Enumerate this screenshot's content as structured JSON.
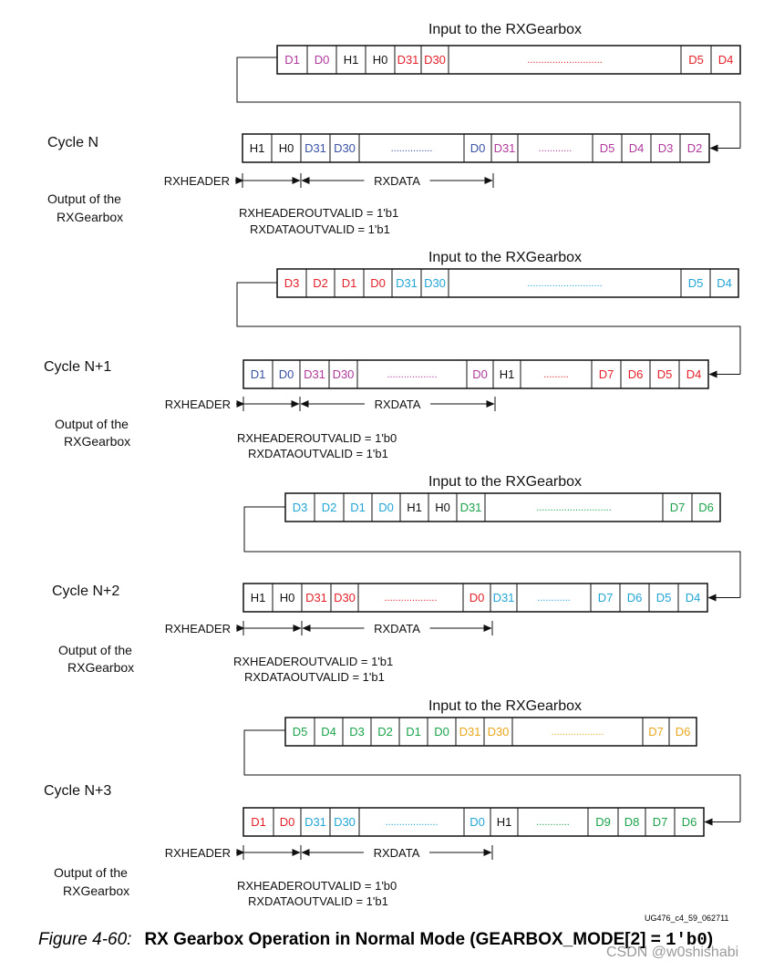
{
  "colors": {
    "black": "#111111",
    "magenta": "#b0399b",
    "red": "#e4212a",
    "blue": "#3851a3",
    "cyan": "#21a5d6",
    "green": "#1aa34a",
    "gold": "#e8a71c"
  },
  "stages": [
    {
      "input_title": "Input to the RXGearbox",
      "cycle_label": "Cycle N",
      "output_label_1": "Output of the",
      "output_label_2": "RXGearbox",
      "header_label": "RXHEADER",
      "data_label": "RXDATA",
      "header_valid": "RXHEADEROUTVALID = 1'b1",
      "data_valid": "RXDATAOUTVALID = 1'b1",
      "input_cells": [
        {
          "t": "D1",
          "c": "magenta"
        },
        {
          "t": "D0",
          "c": "magenta"
        },
        {
          "t": "H1",
          "c": "black"
        },
        {
          "t": "H0",
          "c": "black"
        },
        {
          "t": "D31",
          "c": "red"
        },
        {
          "t": "D30",
          "c": "red"
        },
        {
          "t": "...........................",
          "c": "red",
          "dots": true
        },
        {
          "t": "D5",
          "c": "red"
        },
        {
          "t": "D4",
          "c": "red"
        }
      ],
      "output_cells": [
        {
          "t": "H1",
          "c": "black"
        },
        {
          "t": "H0",
          "c": "black"
        },
        {
          "t": "D31",
          "c": "blue"
        },
        {
          "t": "D30",
          "c": "blue"
        },
        {
          "t": "...............",
          "c": "blue",
          "dots": true
        },
        {
          "t": "D0",
          "c": "blue"
        },
        {
          "t": "D31",
          "c": "magenta"
        },
        {
          "t": "............",
          "c": "magenta",
          "dots": true
        },
        {
          "t": "D5",
          "c": "magenta"
        },
        {
          "t": "D4",
          "c": "magenta"
        },
        {
          "t": "D3",
          "c": "magenta"
        },
        {
          "t": "D2",
          "c": "magenta"
        }
      ]
    },
    {
      "input_title": "Input to the RXGearbox",
      "cycle_label": "Cycle N+1",
      "output_label_1": "Output of the",
      "output_label_2": "RXGearbox",
      "header_label": "RXHEADER",
      "data_label": "RXDATA",
      "header_valid": "RXHEADEROUTVALID = 1'b0",
      "data_valid": "RXDATAOUTVALID = 1'b1",
      "input_cells": [
        {
          "t": "D3",
          "c": "red"
        },
        {
          "t": "D2",
          "c": "red"
        },
        {
          "t": "D1",
          "c": "red"
        },
        {
          "t": "D0",
          "c": "red"
        },
        {
          "t": "D31",
          "c": "cyan"
        },
        {
          "t": "D30",
          "c": "cyan"
        },
        {
          "t": "...........................",
          "c": "cyan",
          "dots": true
        },
        {
          "t": "D5",
          "c": "cyan"
        },
        {
          "t": "D4",
          "c": "cyan"
        }
      ],
      "output_cells": [
        {
          "t": "D1",
          "c": "blue"
        },
        {
          "t": "D0",
          "c": "blue"
        },
        {
          "t": "D31",
          "c": "magenta"
        },
        {
          "t": "D30",
          "c": "magenta"
        },
        {
          "t": "..................",
          "c": "magenta",
          "dots": true
        },
        {
          "t": "D0",
          "c": "magenta"
        },
        {
          "t": "H1",
          "c": "black"
        },
        {
          "t": ".........",
          "c": "red",
          "dots": true
        },
        {
          "t": "D7",
          "c": "red"
        },
        {
          "t": "D6",
          "c": "red"
        },
        {
          "t": "D5",
          "c": "red"
        },
        {
          "t": "D4",
          "c": "red"
        }
      ]
    },
    {
      "input_title": "Input to the RXGearbox",
      "cycle_label": "Cycle N+2",
      "output_label_1": "Output of the",
      "output_label_2": "RXGearbox",
      "header_label": "RXHEADER",
      "data_label": "RXDATA",
      "header_valid": "RXHEADEROUTVALID = 1'b1",
      "data_valid": "RXDATAOUTVALID = 1'b1",
      "input_cells": [
        {
          "t": "D3",
          "c": "cyan"
        },
        {
          "t": "D2",
          "c": "cyan"
        },
        {
          "t": "D1",
          "c": "cyan"
        },
        {
          "t": "D0",
          "c": "cyan"
        },
        {
          "t": "H1",
          "c": "black"
        },
        {
          "t": "H0",
          "c": "black"
        },
        {
          "t": "D31",
          "c": "green"
        },
        {
          "t": "...........................",
          "c": "green",
          "dots": true
        },
        {
          "t": "D7",
          "c": "green"
        },
        {
          "t": "D6",
          "c": "green"
        }
      ],
      "output_cells": [
        {
          "t": "H1",
          "c": "black"
        },
        {
          "t": "H0",
          "c": "black"
        },
        {
          "t": "D31",
          "c": "red"
        },
        {
          "t": "D30",
          "c": "red"
        },
        {
          "t": "...................",
          "c": "red",
          "dots": true
        },
        {
          "t": "D0",
          "c": "red"
        },
        {
          "t": "D31",
          "c": "cyan"
        },
        {
          "t": "............",
          "c": "cyan",
          "dots": true
        },
        {
          "t": "D7",
          "c": "cyan"
        },
        {
          "t": "D6",
          "c": "cyan"
        },
        {
          "t": "D5",
          "c": "cyan"
        },
        {
          "t": "D4",
          "c": "cyan"
        }
      ]
    },
    {
      "input_title": "Input to the RXGearbox",
      "cycle_label": "Cycle N+3",
      "output_label_1": "Output of the",
      "output_label_2": "RXGearbox",
      "header_label": "RXHEADER",
      "data_label": "RXDATA",
      "header_valid": "RXHEADEROUTVALID = 1'b0",
      "data_valid": "RXDATAOUTVALID = 1'b1",
      "input_cells": [
        {
          "t": "D5",
          "c": "green"
        },
        {
          "t": "D4",
          "c": "green"
        },
        {
          "t": "D3",
          "c": "green"
        },
        {
          "t": "D2",
          "c": "green"
        },
        {
          "t": "D1",
          "c": "green"
        },
        {
          "t": "D0",
          "c": "green"
        },
        {
          "t": "D31",
          "c": "gold"
        },
        {
          "t": "D30",
          "c": "gold"
        },
        {
          "t": "...................",
          "c": "gold",
          "dots": true
        },
        {
          "t": "D7",
          "c": "gold"
        },
        {
          "t": "D6",
          "c": "gold"
        }
      ],
      "output_cells": [
        {
          "t": "D1",
          "c": "red"
        },
        {
          "t": "D0",
          "c": "red"
        },
        {
          "t": "D31",
          "c": "cyan"
        },
        {
          "t": "D30",
          "c": "cyan"
        },
        {
          "t": "...................",
          "c": "cyan",
          "dots": true
        },
        {
          "t": "D0",
          "c": "cyan"
        },
        {
          "t": "H1",
          "c": "black"
        },
        {
          "t": "............",
          "c": "green",
          "dots": true
        },
        {
          "t": "D9",
          "c": "green"
        },
        {
          "t": "D8",
          "c": "green"
        },
        {
          "t": "D7",
          "c": "green"
        },
        {
          "t": "D6",
          "c": "green"
        }
      ]
    }
  ],
  "figure_number": "UG476_c4_59_062711",
  "caption": {
    "figure": "Figure 4-60:",
    "title": "RX Gearbox Operation in Normal Mode (GEARBOX_MODE[2] = ",
    "mono": "1'b0",
    "close": ")"
  },
  "watermark": "CSDN @w0shishabi"
}
